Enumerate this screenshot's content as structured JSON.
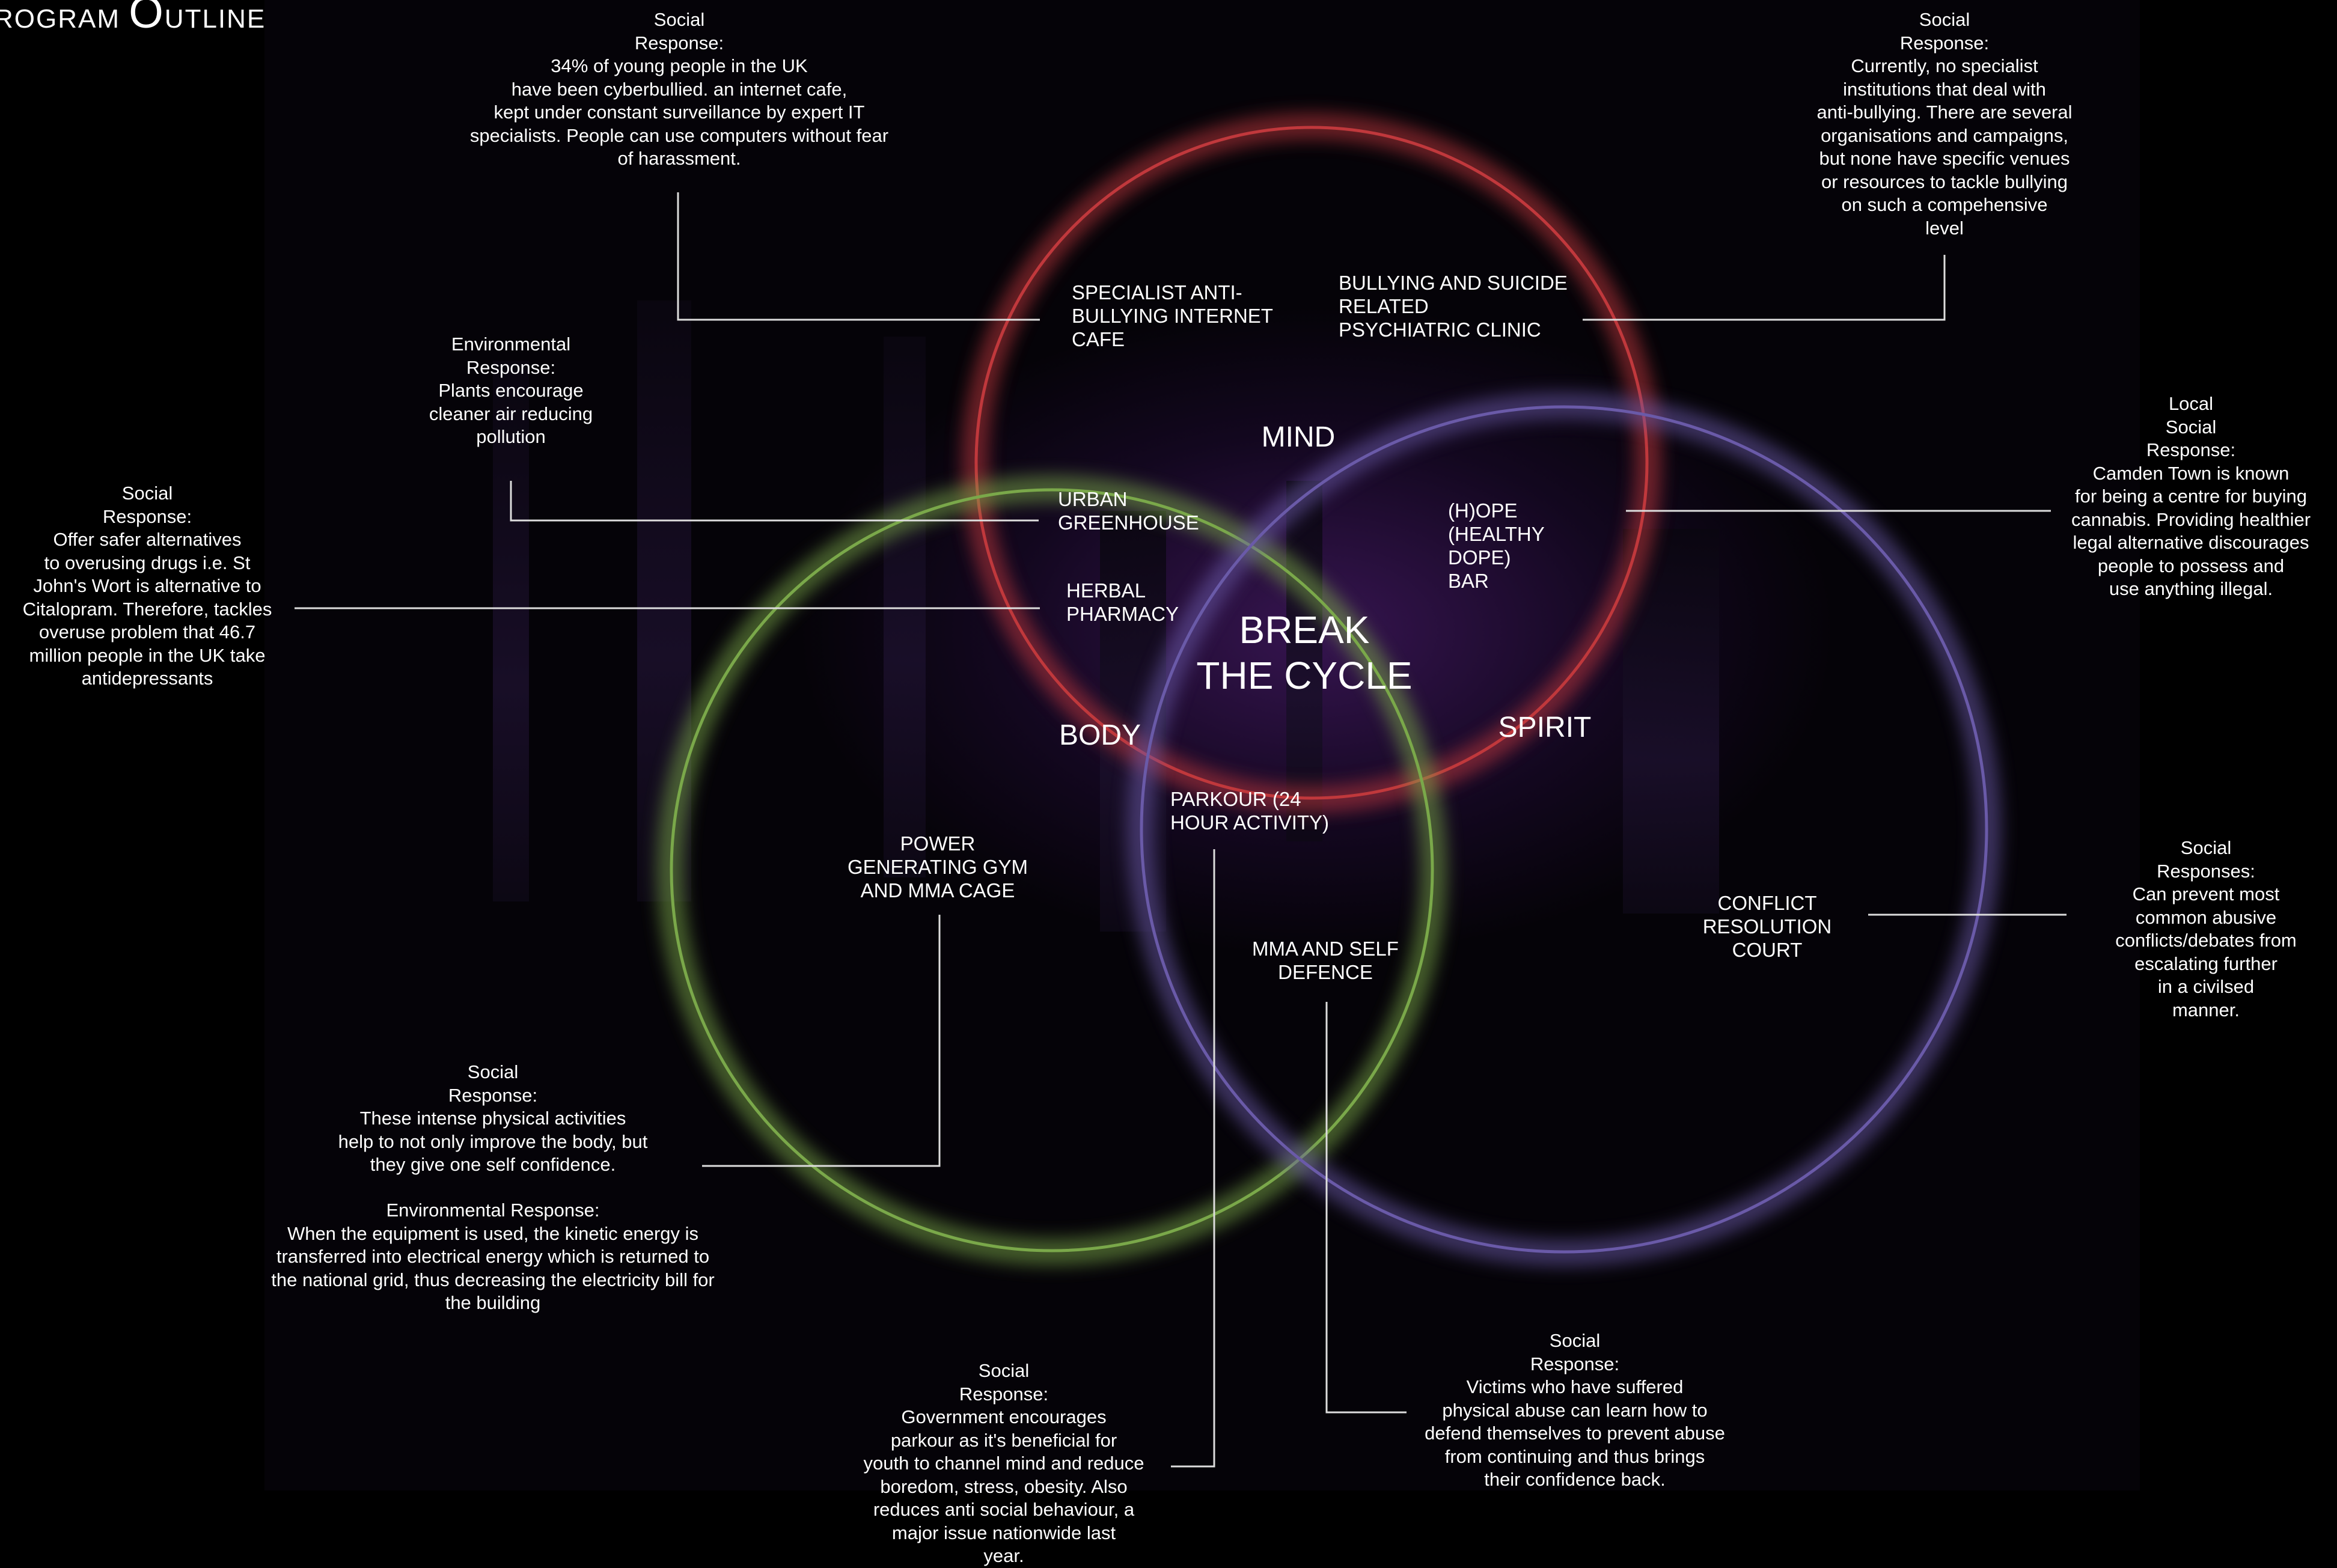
{
  "page_title": {
    "lead": "ROGRAM ",
    "cap": "O",
    "rest": "UTLINE"
  },
  "circles": {
    "mind": {
      "label": "MIND",
      "color": "#c0383c"
    },
    "body": {
      "label": "BODY",
      "color": "#7aa84a"
    },
    "spirit": {
      "label": "SPIRIT",
      "color": "#6a5aa8"
    }
  },
  "center_label": "BREAK\nTHE CYCLE",
  "programs": {
    "internet_cafe": "SPECIALIST ANTI-\nBULLYING INTERNET\nCAFE",
    "clinic": "BULLYING AND SUICIDE\nRELATED\nPSYCHIATRIC CLINIC",
    "greenhouse": "URBAN\nGREENHOUSE",
    "herbal": "HERBAL\nPHARMACY",
    "hope_bar": "(H)OPE\n(HEALTHY\nDOPE)\nBAR",
    "parkour": "PARKOUR (24\nHOUR ACTIVITY)",
    "gym": "POWER\nGENERATING GYM\nAND MMA CAGE",
    "mma": "MMA AND SELF\nDEFENCE",
    "court": "CONFLICT\nRESOLUTION COURT"
  },
  "responses": {
    "cafe": "Social\nResponse:\n34% of young people in the UK\nhave been cyberbullied. an internet cafe,\nkept under constant surveillance by expert IT\nspecialists. People can use computers without fear\nof harassment.",
    "clinic": "Social\nResponse:\nCurrently, no specialist\ninstitutions that deal with\nanti-bullying. There are several\norganisations and campaigns,\nbut none have specific venues\nor resources to tackle bullying\non such a compehensive\nlevel",
    "greenhouse": "Environmental\nResponse:\nPlants encourage\ncleaner air reducing\npollution",
    "herbal": "Social\nResponse:\nOffer safer alternatives\nto overusing drugs i.e. St\nJohn's Wort is alternative to\nCitalopram. Therefore, tackles\noveruse problem that 46.7\nmillion people in the UK take\nantidepressants",
    "hope": "Local\nSocial\nResponse:\nCamden Town is known\nfor being a centre for buying\ncannabis. Providing healthier\nlegal alternative discourages\npeople to possess and\nuse anything illegal.",
    "court": "Social\nResponses:\nCan prevent most\ncommon abusive\nconflicts/debates from\nescalating further\nin a civilsed\nmanner.",
    "gym_social": "Social\nResponse:\nThese intense physical activities\nhelp to not only improve the body, but\nthey give one self confidence.",
    "gym_env": "Environmental Response:\nWhen the equipment is used, the kinetic energy is\ntransferred into electrical energy which is returned to\nthe national grid, thus decreasing the electricity bill for\nthe building",
    "parkour": "Social\nResponse:\nGovernment encourages\nparkour as it's beneficial for\nyouth to channel mind and reduce\nboredom, stress, obesity. Also\nreduces anti social behaviour, a\nmajor issue nationwide last\nyear.",
    "mma": "Social\nResponse:\nVictims who have suffered\nphysical abuse can learn how to\ndefend themselves to prevent abuse\nfrom continuing and thus brings\ntheir confidence back."
  }
}
